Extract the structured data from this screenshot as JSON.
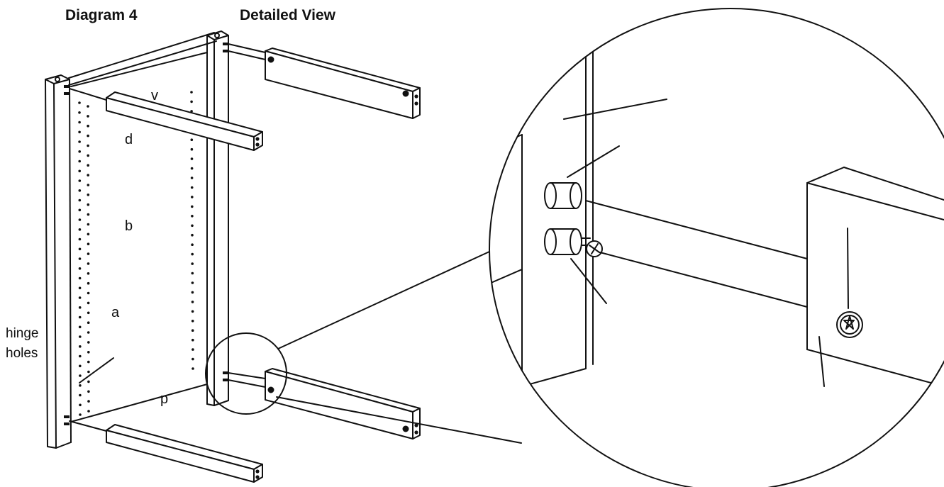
{
  "headings": {
    "diagram": "Diagram 4",
    "detailed_view": "Detailed View"
  },
  "labels": {
    "v": "v",
    "d": "d",
    "b": "b",
    "a": "a",
    "p": "p",
    "hinge_line1": "hinge",
    "hinge_line2": "holes"
  },
  "colors": {
    "line": "#111111",
    "background": "#ffffff"
  }
}
